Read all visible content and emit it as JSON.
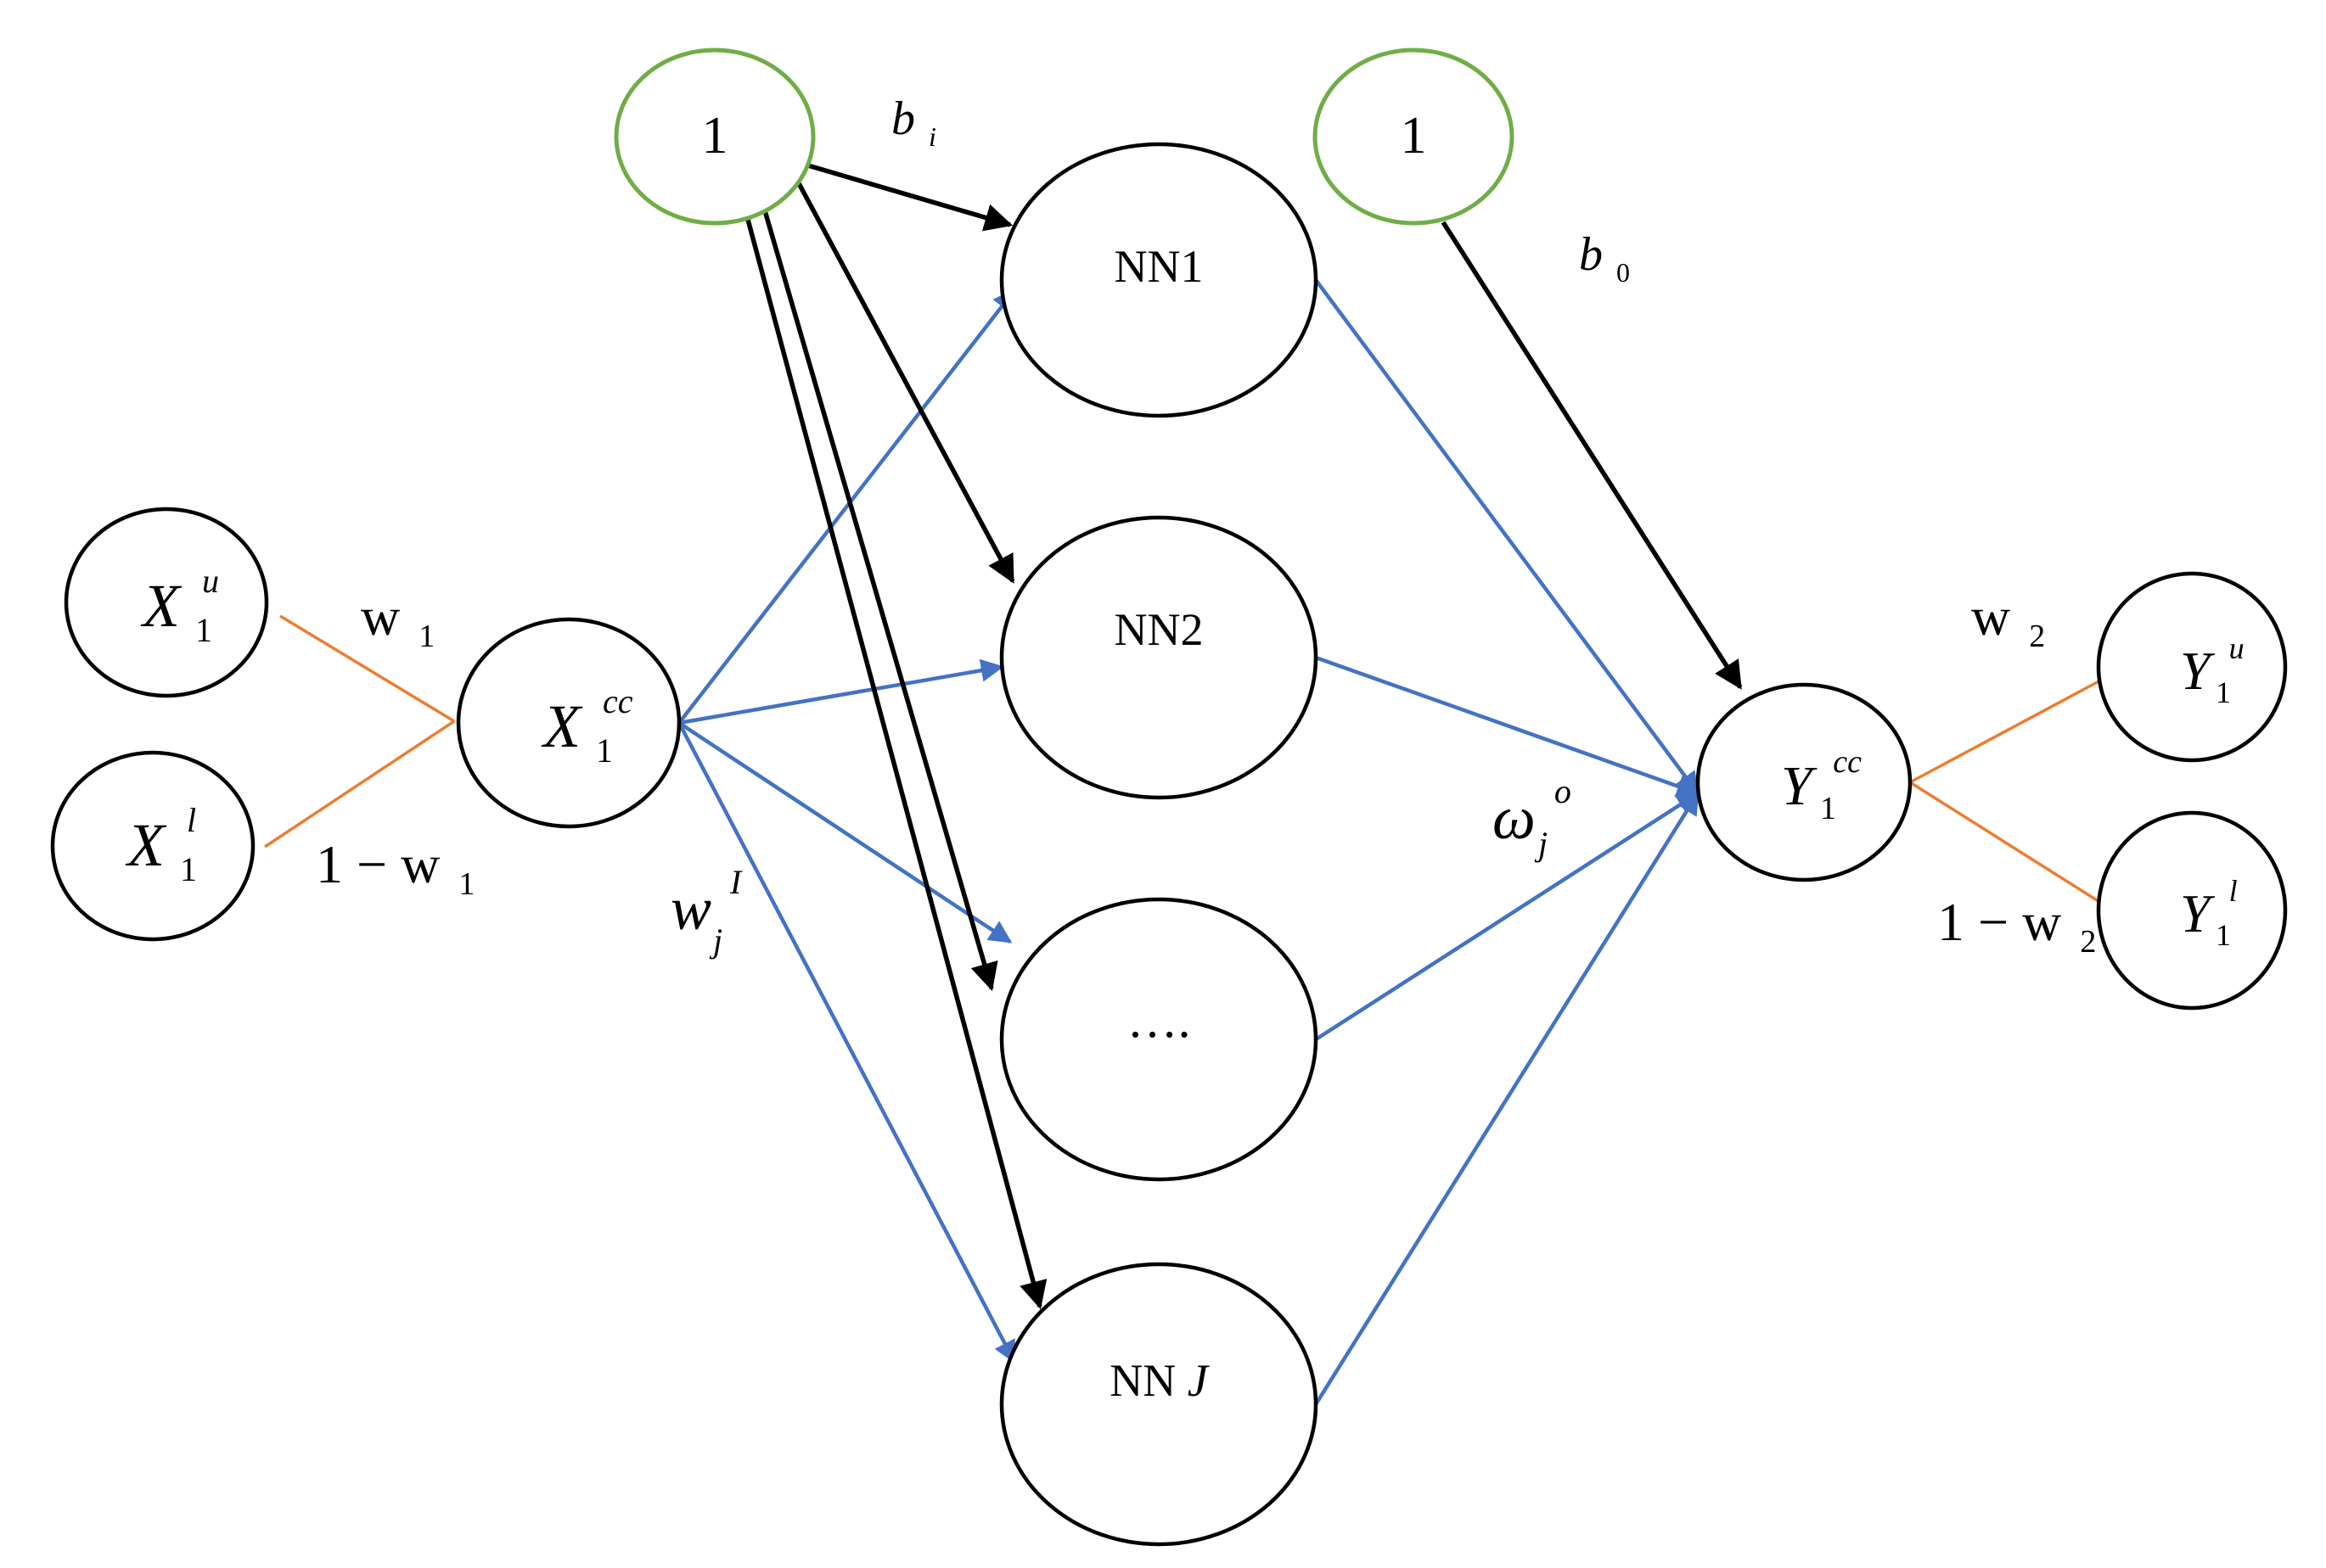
{
  "colors": {
    "input_edges": "#4472c4",
    "bias_edges": "#000000",
    "weight_edges": "#ed7d31",
    "bias_node_outline": "#70ad47",
    "node_outline": "#000000"
  },
  "nodes": {
    "bias_hidden": {
      "label": "1"
    },
    "bias_output": {
      "label": "1"
    },
    "x_upper": {
      "base": "X",
      "sub": "1",
      "sup": "u"
    },
    "x_lower": {
      "base": "X",
      "sub": "1",
      "sup": "l"
    },
    "x_center": {
      "base": "X",
      "sub": "1",
      "sup": "cc"
    },
    "hidden": [
      {
        "label": "NN1"
      },
      {
        "label": "NN2"
      },
      {
        "label": "…."
      },
      {
        "label_prefix": "NN ",
        "label_var": "J"
      }
    ],
    "y_center": {
      "base": "Y",
      "sub": "1",
      "sup": "cc"
    },
    "y_upper": {
      "base": "Y",
      "sub": "1",
      "sup": "u"
    },
    "y_lower": {
      "base": "Y",
      "sub": "1",
      "sup": "l"
    }
  },
  "edge_labels": {
    "w1": {
      "base": "w",
      "sub": "1"
    },
    "one_minus_w1": {
      "prefix": "1 − ",
      "base": "w",
      "sub": "1"
    },
    "w2": {
      "base": "w",
      "sub": "2"
    },
    "one_minus_w2": {
      "prefix": "1 − ",
      "base": "w",
      "sub": "2"
    },
    "bi": {
      "base": "b",
      "sub": "i"
    },
    "b0": {
      "base": "b",
      "sub": "0"
    },
    "wIj": {
      "base": "w",
      "sub": "j",
      "sup": "I"
    },
    "omega_oj": {
      "base": "ω",
      "sub": "j",
      "sup": "o"
    }
  }
}
